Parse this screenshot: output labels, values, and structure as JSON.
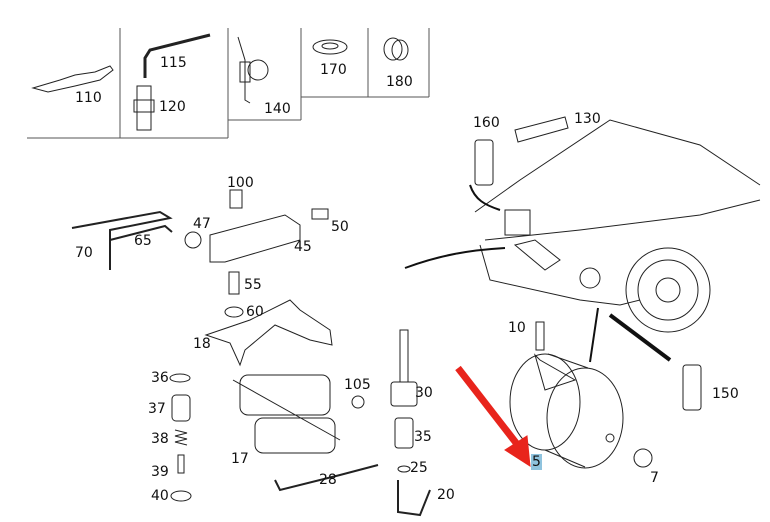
{
  "diagram": {
    "highlight_color": "#8fc3de",
    "arrow_color": "#e8241c",
    "selected_part": "5",
    "callouts": [
      "110",
      "115",
      "120",
      "140",
      "170",
      "180",
      "160",
      "130",
      "100",
      "47",
      "50",
      "65",
      "45",
      "70",
      "55",
      "60",
      "18",
      "10",
      "36",
      "105",
      "30",
      "150",
      "37",
      "35",
      "38",
      "5",
      "17",
      "25",
      "39",
      "7",
      "28",
      "20",
      "40"
    ]
  }
}
